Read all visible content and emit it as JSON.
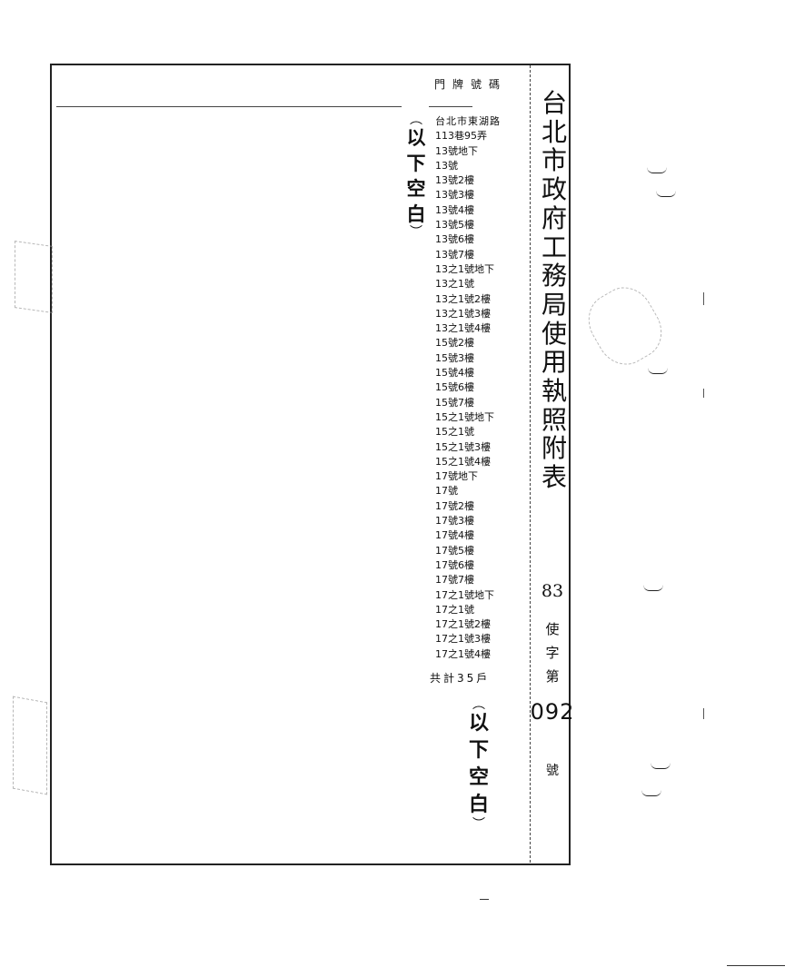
{
  "document": {
    "title": "台北市政府工務局使用執照附表",
    "column_header": "門牌號碼",
    "address_header": "台北市東湖路",
    "address_rows": [
      "113巷95弄",
      "13號地下",
      "13號",
      "13號2樓",
      "13號3樓",
      "13號4樓",
      "13號5樓",
      "13號6樓",
      "13號7樓",
      "13之1號地下",
      "13之1號",
      "13之1號2樓",
      "13之1號3樓",
      "13之1號4樓",
      "15號2樓",
      "15號3樓",
      "15號4樓",
      "15號6樓",
      "15號7樓",
      "15之1號地下",
      "15之1號",
      "15之1號3樓",
      "15之1號4樓",
      "17號地下",
      "17號",
      "17號2樓",
      "17號3樓",
      "17號4樓",
      "17號5樓",
      "17號6樓",
      "17號7樓",
      "17之1號地下",
      "17之1號",
      "17之1號2樓",
      "17之1號3樓",
      "17之1號4樓"
    ],
    "total": "共計35戶",
    "blank_note_top": "以下空白",
    "blank_note_bottom": "以下空白",
    "permit": {
      "year": "83",
      "type_char_1": "使",
      "type_char_2": "字",
      "type_char_3": "第",
      "serial": "092",
      "suffix": "號"
    }
  }
}
